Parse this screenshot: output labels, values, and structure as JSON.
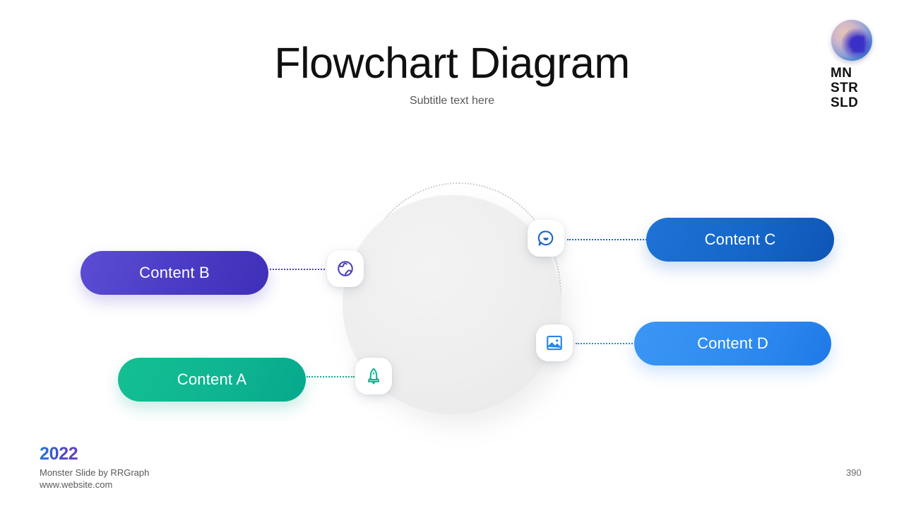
{
  "slide": {
    "title": "Flowchart Diagram",
    "subtitle": "Subtitle text here",
    "page_number": "390",
    "background_color": "#ffffff"
  },
  "logo": {
    "line1": "MN",
    "line2": "STR",
    "line3": "SLD",
    "sphere_colors": [
      "#e8c6b4",
      "#8c9fd6",
      "#3b30c8",
      "#1f5fbe"
    ]
  },
  "diagram": {
    "center_circle_color": "#eeeeee",
    "ring_style": "dotted",
    "ring_color": "#cfcfcf",
    "nodes": [
      {
        "id": "a",
        "label": "Content A",
        "icon": "rocket-icon",
        "icon_color": "#0fb592",
        "accent": "#0fb592",
        "gradient_from": "#14bf92",
        "gradient_to": "#06a88c",
        "side": "left",
        "connector_color": "#11b08c"
      },
      {
        "id": "b",
        "label": "Content B",
        "icon": "globe-icon",
        "icon_color": "#4a3fc0",
        "accent": "#4a3fc0",
        "gradient_from": "#5b4ed4",
        "gradient_to": "#3f2fb8",
        "side": "left",
        "connector_color": "#4a3fc0"
      },
      {
        "id": "c",
        "label": "Content C",
        "icon": "chat-smile-icon",
        "icon_color": "#1566c4",
        "accent": "#1566c4",
        "gradient_from": "#1f73d6",
        "gradient_to": "#0e55b5",
        "side": "right",
        "connector_color": "#1566c4"
      },
      {
        "id": "d",
        "label": "Content D",
        "icon": "image-icon",
        "icon_color": "#2a86e8",
        "accent": "#2a86e8",
        "gradient_from": "#3b96f5",
        "gradient_to": "#1f79e6",
        "side": "right",
        "connector_color": "#2a86e8"
      }
    ]
  },
  "footer": {
    "year": "2022",
    "credit": "Monster Slide  by RRGraph",
    "website": "www.website.com"
  }
}
